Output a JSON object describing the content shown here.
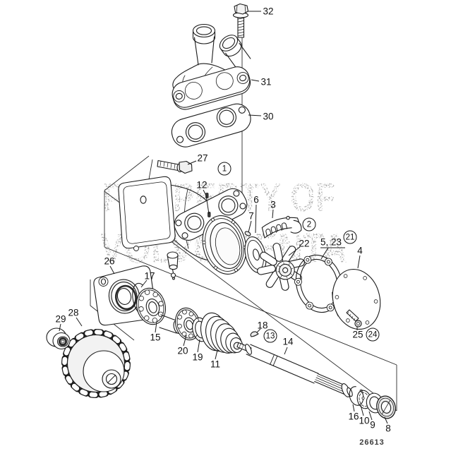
{
  "watermark": {
    "line1": "PROPERTY OF",
    "line2": "VOLVO PENTA"
  },
  "diagram_number": "26613",
  "callouts": {
    "c1": "1",
    "c2": "2",
    "c3": "3",
    "c4": "4",
    "c5_23": "5, 23",
    "c6": "6",
    "c7": "7",
    "c8": "8",
    "c9": "9",
    "c10": "10",
    "c11": "11",
    "c12": "12",
    "c13": "13",
    "c14": "14",
    "c15": "15",
    "c16": "16",
    "c17": "17",
    "c18": "18",
    "c19": "19",
    "c20": "20",
    "c21": "21",
    "c22": "22",
    "c24": "24",
    "c25": "25",
    "c26": "26",
    "c27": "27",
    "c28": "28",
    "c29": "29",
    "c30": "30",
    "c31": "31",
    "c32": "32"
  }
}
